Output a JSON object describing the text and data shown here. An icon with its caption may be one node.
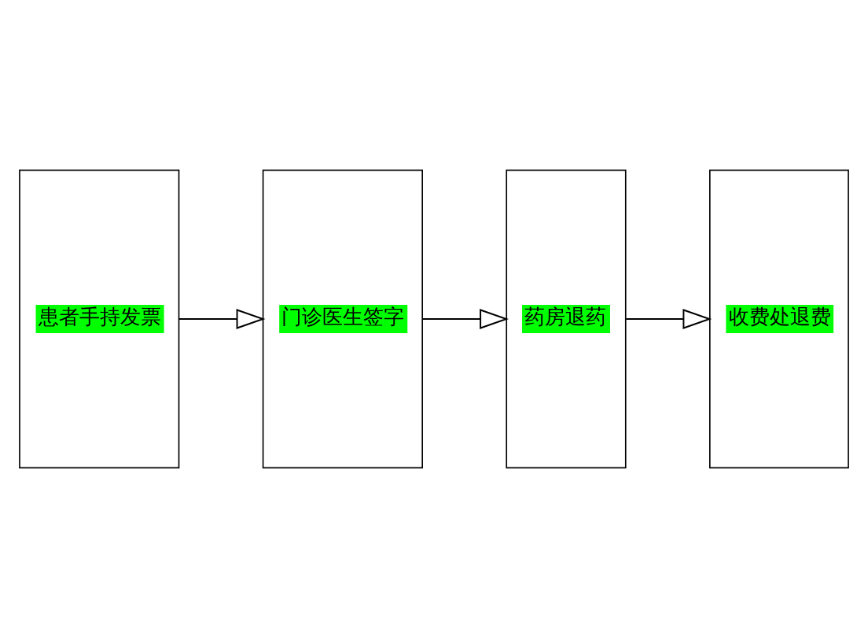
{
  "diagram": {
    "nodes": [
      {
        "text": [
          "患者手持发票"
        ]
      },
      {
        "text": [
          "门诊医生签字"
        ]
      },
      {
        "text": [
          "药房退药"
        ]
      },
      {
        "text": [
          "收费处退费"
        ]
      }
    ],
    "edges": [
      {
        "from": 0,
        "to": 1,
        "arrow": "to"
      },
      {
        "from": 1,
        "to": 2,
        "arrow": "to"
      },
      {
        "from": 2,
        "to": 3,
        "arrow": "to"
      }
    ]
  }
}
